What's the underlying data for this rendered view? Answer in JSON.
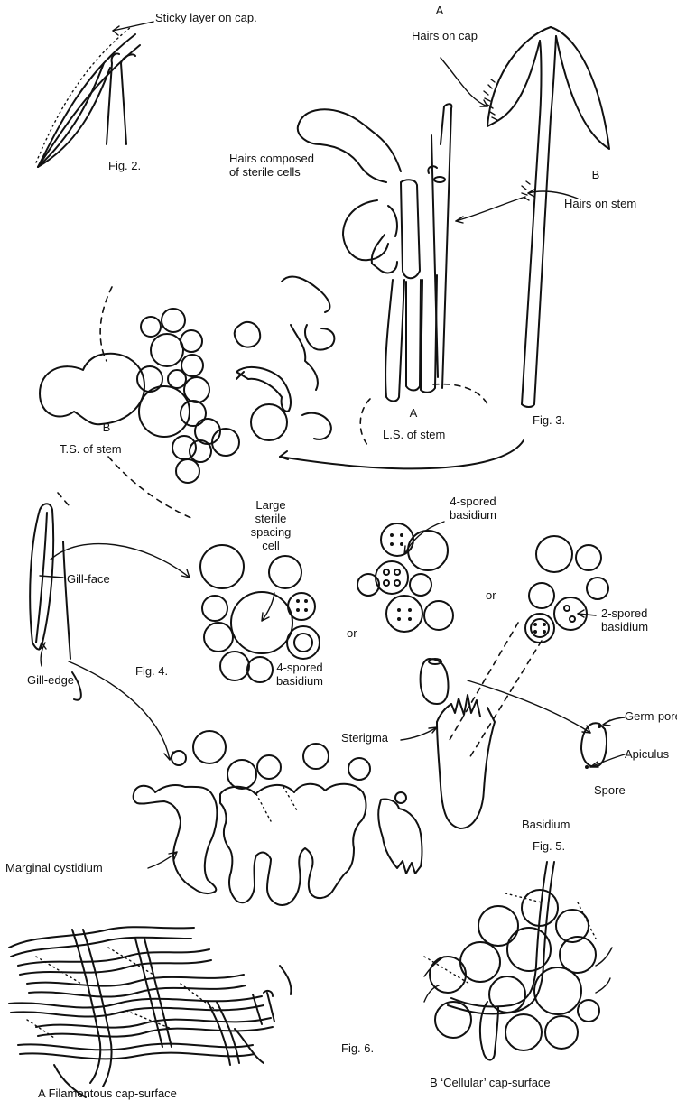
{
  "fig2": {
    "sticky_layer": "Sticky layer on cap.",
    "title": "Fig. 2."
  },
  "fig3": {
    "label_a_top": "A",
    "hairs_on_cap": "Hairs on cap",
    "label_b_top": "B",
    "hairs_on_stem": "Hairs on stem",
    "hairs_sterile": "Hairs composed\nof sterile cells",
    "label_a_ls": "A",
    "ls_of_stem": "L.S. of stem",
    "label_b_ts": "B",
    "ts_of_stem": "T.S. of stem",
    "title": "Fig. 3."
  },
  "fig4": {
    "gill_face": "Gill-face",
    "gill_edge": "Gill-edge",
    "large_sterile": "Large\nsterile\nspacing\ncell",
    "four_spored_a": "4-spored\nbasidium",
    "four_spored_b": "4-spored\nbasidium",
    "two_spored": "2-spored\nbasidium",
    "or_1": "or",
    "or_2": "or",
    "title": "Fig. 4.",
    "marginal_cystidium": "Marginal cystidium"
  },
  "fig5": {
    "sterigma": "Sterigma",
    "germ_pore": "Germ-pore",
    "apiculus": "Apiculus",
    "spore": "Spore",
    "basidium": "Basidium",
    "title": "Fig. 5."
  },
  "fig6": {
    "title": "Fig. 6.",
    "filamentous": "A   Filamentous cap-surface",
    "cellular": "B   ‘Cellular’ cap-surface"
  }
}
